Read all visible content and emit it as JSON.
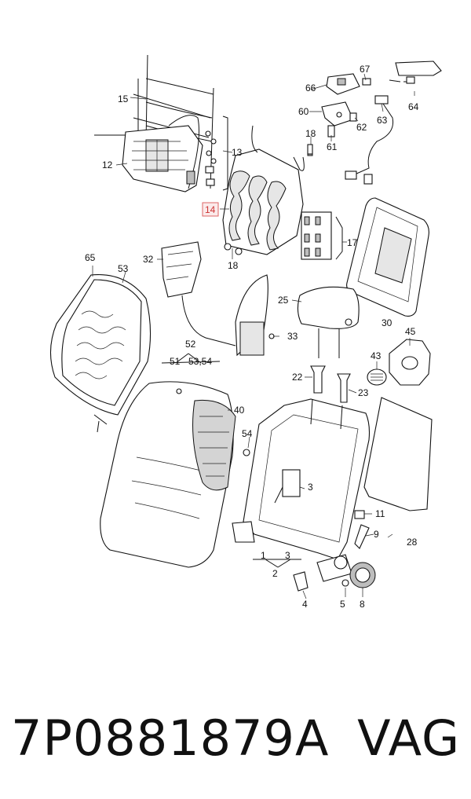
{
  "callouts": {
    "c1": "1",
    "c2": "2",
    "c3": "3",
    "c3b": "3",
    "c4": "4",
    "c5": "5",
    "c8": "8",
    "c9": "9",
    "c11": "11",
    "c12": "12",
    "c13": "13",
    "c14": "14",
    "c15": "15",
    "c17": "17",
    "c18a": "18",
    "c18b": "18",
    "c22": "22",
    "c23": "23",
    "c25": "25",
    "c28": "28",
    "c30": "30",
    "c32": "32",
    "c33": "33",
    "c40": "40",
    "c43": "43",
    "c45": "45",
    "c51": "51",
    "c52": "52",
    "c5354": "53,54",
    "c53": "53",
    "c54": "54",
    "c60": "60",
    "c61": "61",
    "c62": "62",
    "c63": "63",
    "c64": "64",
    "c65": "65",
    "c66": "66",
    "c67": "67"
  },
  "footer": {
    "part_number": "7P0881879A",
    "brand": "VAG"
  }
}
